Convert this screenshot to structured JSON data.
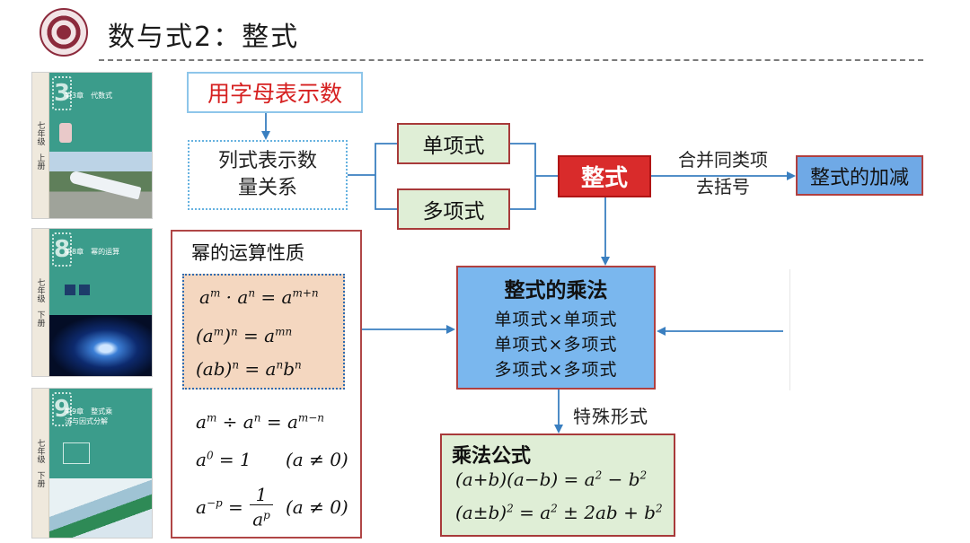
{
  "header": {
    "title": "数与式2：整式"
  },
  "books": [
    {
      "grade": "七年级　上册",
      "chapter": "第3章　代数式",
      "number": "3"
    },
    {
      "grade": "七年级　下册",
      "chapter": "第8章　幂的运算",
      "number": "8"
    },
    {
      "grade": "七年级　下册",
      "chapter": "第9章　整式乘法与因式分解",
      "number": "9"
    }
  ],
  "diagram": {
    "use_letters": "用字母表示数",
    "expr_line1": "列式表示数",
    "expr_line2": "量关系",
    "monomial": "单项式",
    "polynomial": "多项式",
    "integral_expr": "整式",
    "combine_line1": "合并同类项",
    "combine_line2": "去括号",
    "add_sub": "整式的加减",
    "power_title": "幂的运算性质",
    "power_rules": {
      "r1_lhs": "a",
      "r1_m": "m",
      "r1_dot": " · a",
      "r1_n": "n",
      "r1_eq": " = a",
      "r1_mn": "m+n",
      "r2_open": "(a",
      "r2_m": "m",
      "r2_close": ")",
      "r2_n": "n",
      "r2_eq": " = a",
      "r2_mn": "mn",
      "r3_base": "(ab)",
      "r3_n": "n",
      "r3_eq": " = a",
      "r3_n2": "n",
      "r3_b": "b",
      "r3_n3": "n",
      "r4_a": "a",
      "r4_m": "m",
      "r4_div": " ÷ a",
      "r4_n": "n",
      "r4_eq": " = a",
      "r4_mn": "m−n",
      "r5_a": "a",
      "r5_0": "0",
      "r5_eq": " = 1",
      "r5_cond": "(a ≠ 0)",
      "r6_a": "a",
      "r6_p": "−p",
      "r6_eq": " = ",
      "r6_num": "1",
      "r6_den": "a",
      "r6_dp": "p",
      "r6_cond": "(a ≠ 0)"
    },
    "mult_title": "整式的乘法",
    "mult_lines": [
      "单项式×单项式",
      "单项式×多项式",
      "多项式×多项式"
    ],
    "special_form": "特殊形式",
    "formula_title": "乘法公式",
    "formulas": {
      "f1_lhs": "(a+b)(a−b) = a",
      "f1_e1": "2",
      "f1_mid": " − b",
      "f1_e2": "2",
      "f2_lhs": "(a±b)",
      "f2_e0": "2",
      "f2_mid": " = a",
      "f2_e1": "2",
      "f2_rest": " ± 2ab + b",
      "f2_e2": "2"
    }
  },
  "colors": {
    "accent_red": "#d92b2b",
    "blue_box": "#7ab7ee",
    "green_box": "#dfeed6",
    "salmon_box": "#f4d7c0"
  }
}
